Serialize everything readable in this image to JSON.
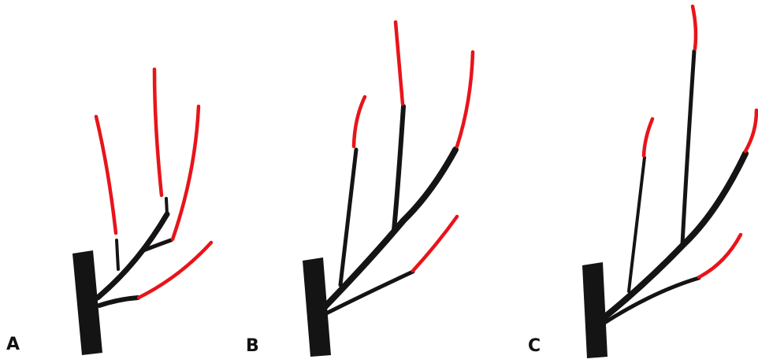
{
  "panels": [
    {
      "label": "A"
    },
    {
      "label": "B"
    },
    {
      "label": "C"
    }
  ],
  "colors": {
    "old_wood": "#141414",
    "new_growth": "#e8141a",
    "background": "#ffffff"
  }
}
